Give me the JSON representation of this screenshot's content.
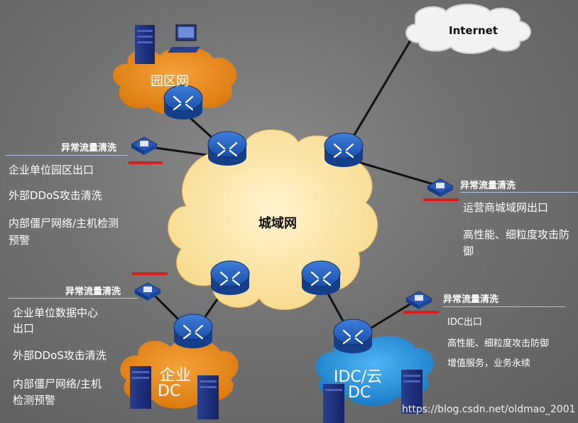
{
  "clouds": {
    "internet": "Internet",
    "campus": "园区网",
    "metro": "城域网",
    "enterprise_dc": [
      "企业",
      "DC"
    ],
    "idc_cloud": [
      "IDC/云",
      "DC"
    ]
  },
  "scrubbing_label": "异常流量清洗",
  "left_top": {
    "items": [
      "企业单位园区出口",
      "外部DDoS攻击清洗",
      "内部僵尸网络/主机检测",
      "预警"
    ]
  },
  "left_bottom": {
    "items": [
      "企业单位数据中心",
      "出口",
      "外部DDoS攻击清洗",
      "内部僵尸网络/主机",
      "检测预警"
    ]
  },
  "right_top": {
    "items": [
      "运营商城域网出口",
      "高性能、细粒度攻击防",
      "御"
    ]
  },
  "right_bottom": {
    "items": [
      "IDC出口",
      "高性能、细粒度攻击防御",
      "增值服务，业务永续"
    ]
  },
  "watermark": "https://blog.csdn.net/oldmao_2001",
  "colors": {
    "background": "#727272",
    "metro_cloud": "#fde8b0",
    "campus_cloud": "#e8860c",
    "idc_cloud": "#1e90d8",
    "router": "#1c4fa8",
    "alert_bar": "#e01b1b"
  }
}
